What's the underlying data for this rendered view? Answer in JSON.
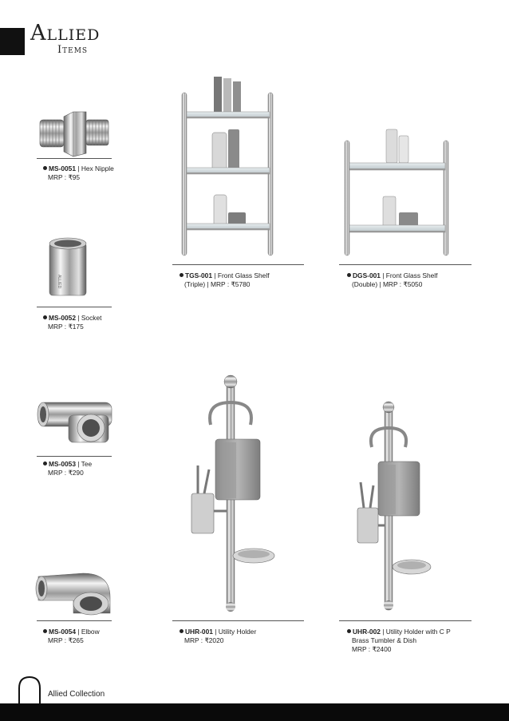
{
  "header": {
    "title": "Allied",
    "subtitle": "Items"
  },
  "products": [
    {
      "code": "MS-0051",
      "sep": " | ",
      "name": "Hex Nipple",
      "mrp": "MRP : ₹95",
      "icon": "hex-nipple-image"
    },
    {
      "code": "MS-0052",
      "sep": " | ",
      "name": "Socket",
      "mrp": "MRP : ₹175",
      "icon": "socket-image",
      "engraving": "ALLIED"
    },
    {
      "code": "MS-0053",
      "sep": " | ",
      "name": "Tee",
      "mrp": "MRP : ₹290",
      "icon": "tee-image"
    },
    {
      "code": "MS-0054",
      "sep": " | ",
      "name": "Elbow",
      "mrp": "MRP : ₹265",
      "icon": "elbow-image"
    },
    {
      "code": "TGS-001",
      "sep": " | ",
      "name": "Front Glass Shelf",
      "line2": "(Triple) | MRP : ₹5780",
      "icon": "triple-glass-shelf-image"
    },
    {
      "code": "DGS-001",
      "sep": " | ",
      "name": "Front Glass Shelf",
      "line2": "(Double) | MRP : ₹5050",
      "icon": "double-glass-shelf-image"
    },
    {
      "code": "UHR-001",
      "sep": " | ",
      "name": "Utility Holder",
      "line2": "MRP : ₹2020",
      "icon": "utility-holder-image"
    },
    {
      "code": "UHR-002",
      "sep": " | ",
      "name": "Utility Holder with C P",
      "line2": "Brass Tumbler & Dish",
      "line3": "MRP : ₹2400",
      "icon": "utility-holder-cp-image"
    }
  ],
  "footer": {
    "label": "Allied Collection"
  },
  "colors": {
    "chrome_light": "#e8e8e8",
    "chrome_dark": "#6a6a6a",
    "rule": "#555555",
    "footer_bar": "#0a0a0a"
  }
}
